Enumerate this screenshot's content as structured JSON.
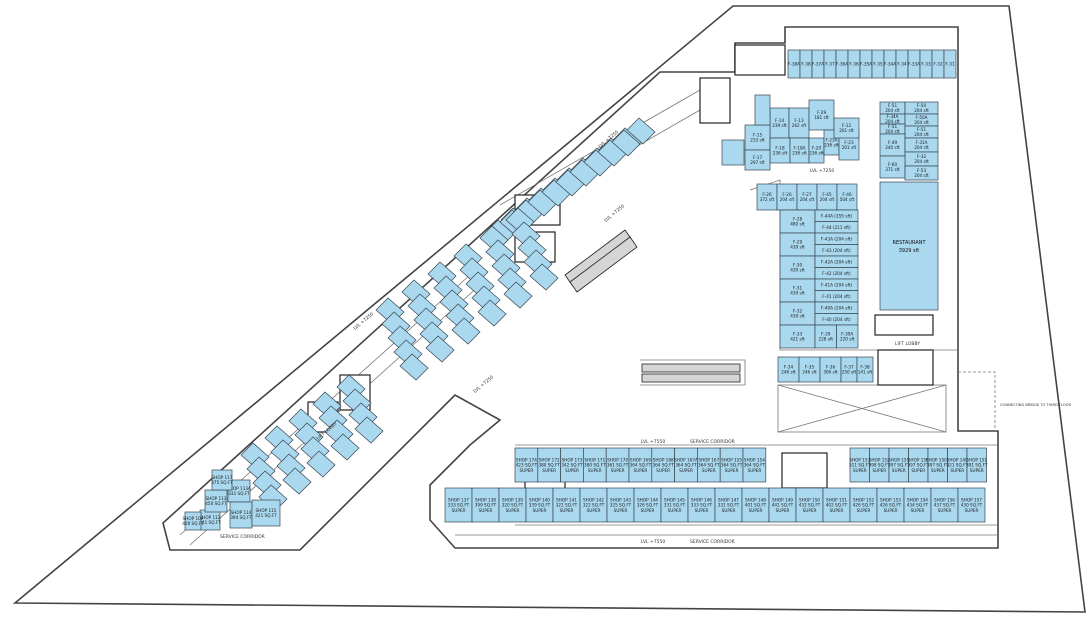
{
  "labels": {
    "lvl_top": "LVL +7250",
    "lvl_mid": "LVL +7250",
    "lvl_east": "LVL +7250",
    "lvl_diag": "LVL +7250",
    "lvl_diag2": "LVL +7250",
    "lvl_bottom_top": "LVL +7550",
    "lvl_bottom_bot": "LVL +7550",
    "service_corridor_1": "SERVICE CORRIDOR",
    "service_corridor_2": "SERVICE CORRIDOR",
    "service_corridor_3": "SERVICE CORRIDOR",
    "lift_lobby_1": "LIFT LOBBY",
    "lift_lobby_2": "LIFT LOBBY",
    "connecting_bridge": "CONNECTING BRIDGE TO THIRD FLOOR",
    "restaurant": "RESTAURANT",
    "restaurant_area": "3929 sft"
  },
  "topRow": [
    "F-38A",
    "F-38",
    "F-37A",
    "F-37",
    "F-36A",
    "F-36",
    "F-35A",
    "F-35",
    "F-34A",
    "F-34",
    "F-33A",
    "F-33",
    "F-32",
    "F-31"
  ],
  "eastUpper": [
    {
      "id": "F-14",
      "area": "239 sft"
    },
    {
      "id": "F-13",
      "area": "262 sft"
    },
    {
      "id": "F-29",
      "area": "181 sft"
    },
    {
      "id": "F-15",
      "area": "233 sft"
    },
    {
      "id": "F-18",
      "area": "236 sft"
    },
    {
      "id": "F-18A",
      "area": "236 sft"
    },
    {
      "id": "F-20",
      "area": "236 sft"
    },
    {
      "id": "F-23A",
      "area": "236 sft"
    },
    {
      "id": "F-23",
      "area": "201 sft"
    },
    {
      "id": "F-17",
      "area": "297 sft"
    },
    {
      "id": "F-12",
      "area": "201 sft"
    }
  ],
  "eastMid": [
    {
      "id": "F-26",
      "area": "372 sft"
    },
    {
      "id": "F-26",
      "area": "204 sft"
    },
    {
      "id": "F-27",
      "area": "204 sft"
    },
    {
      "id": "F-45",
      "area": "204 sft"
    },
    {
      "id": "F-46",
      "area": "504 sft"
    }
  ],
  "eastLeft": [
    {
      "id": "F-28",
      "area": "480 sft"
    },
    {
      "id": "F-29",
      "area": "439 sft"
    },
    {
      "id": "F-30",
      "area": "439 sft"
    },
    {
      "id": "F-31",
      "area": "439 sft"
    },
    {
      "id": "F-32",
      "area": "439 sft"
    },
    {
      "id": "F-33",
      "area": "421 sft"
    }
  ],
  "eastRight": [
    {
      "id": "F-44A",
      "area": "(355 sft)"
    },
    {
      "id": "F-44",
      "area": "(211 sft)"
    },
    {
      "id": "F-43A",
      "area": "(204 sft)"
    },
    {
      "id": "F-43",
      "area": "(204 sft)"
    },
    {
      "id": "F-42A",
      "area": "(204 sft)"
    },
    {
      "id": "F-42",
      "area": "(204 sft)"
    },
    {
      "id": "F-41A",
      "area": "(204 sft)"
    },
    {
      "id": "F-41",
      "area": "(204 sft)"
    },
    {
      "id": "F-40A",
      "area": "(204 sft)"
    },
    {
      "id": "F-40",
      "area": "(204 sft)"
    },
    {
      "id": "F-39",
      "area": "228 sft"
    },
    {
      "id": "F-39A",
      "area": "220 sft"
    }
  ],
  "restaurantSide": [
    {
      "id": "F-51",
      "area": "204 sft"
    },
    {
      "id": "F-50",
      "area": "204 sft"
    },
    {
      "id": "F-34A",
      "area": "204 sft"
    },
    {
      "id": "F-50A",
      "area": "204 sft"
    },
    {
      "id": "F-51",
      "area": "204 sft"
    },
    {
      "id": "F-51",
      "area": "204 sft"
    },
    {
      "id": "F-49",
      "area": "240 sft"
    },
    {
      "id": "F-31A",
      "area": "204 sft"
    },
    {
      "id": "F-32",
      "area": "204 sft"
    },
    {
      "id": "F-60",
      "area": "371 sft"
    },
    {
      "id": "F-53",
      "area": "204 sft"
    }
  ],
  "eastBottom": [
    {
      "id": "F-34",
      "area": "246 sft"
    },
    {
      "id": "F-35",
      "area": "246 sft"
    },
    {
      "id": "F-36",
      "area": "306 sft"
    },
    {
      "id": "F-37",
      "area": "250 sft"
    },
    {
      "id": "F-38",
      "area": "141 sft"
    }
  ],
  "bottomUpper": [
    {
      "id": "SHOP 174",
      "area": "423 SQ.FT",
      "note": "SUPER"
    },
    {
      "id": "SHOP 172",
      "area": "380 SQ.FT",
      "note": "SUPER"
    },
    {
      "id": "SHOP 173",
      "area": "342 SQ.FT",
      "note": "SUPER"
    },
    {
      "id": "SHOP 171",
      "area": "380 SQ.FT",
      "note": "SUPER"
    },
    {
      "id": "SHOP 170",
      "area": "361 SQ.FT",
      "note": "SUPER"
    },
    {
      "id": "SHOP 169",
      "area": "364 SQ.FT",
      "note": "SUPER"
    },
    {
      "id": "SHOP 168",
      "area": "364 SQ.FT",
      "note": "SUPER"
    },
    {
      "id": "SHOP 167A",
      "area": "364 SQ.FT",
      "note": "SUPER"
    },
    {
      "id": "SHOP 167",
      "area": "364 SQ.FT",
      "note": "SUPER"
    },
    {
      "id": "SHOP 155",
      "area": "364 SQ.FT",
      "note": "SUPER"
    },
    {
      "id": "SHOP 154",
      "area": "364 SQ.FT",
      "note": "SUPER"
    },
    {
      "id": "SHOP 153",
      "area": "511 SQ.FT",
      "note": "SUPER"
    },
    {
      "id": "SHOP 152",
      "area": "398 SQ.FT",
      "note": "SUPER"
    },
    {
      "id": "SHOP 151",
      "area": "397 SQ.FT",
      "note": "SUPER"
    },
    {
      "id": "SHOP 150",
      "area": "397 SQ.FT",
      "note": "SUPER"
    },
    {
      "id": "SHOP 150A",
      "area": "397 SQ.FT",
      "note": "SUPER"
    },
    {
      "id": "SHOP 149",
      "area": "421 SQ.FT",
      "note": "SUPER"
    },
    {
      "id": "SHOP 151",
      "area": "391 SQ.FT",
      "note": "SUPER"
    }
  ],
  "bottomLower": [
    {
      "id": "SHOP 137",
      "area": "333 SQ.FT",
      "note": "SUPER"
    },
    {
      "id": "SHOP 138",
      "area": "399 SQ.FT",
      "note": "SUPER"
    },
    {
      "id": "SHOP 139",
      "area": "320 SQ.FT",
      "note": "SUPER"
    },
    {
      "id": "SHOP 140",
      "area": "339 SQ.FT",
      "note": "SUPER"
    },
    {
      "id": "SHOP 141",
      "area": "321 SQ.FT",
      "note": "SUPER"
    },
    {
      "id": "SHOP 142",
      "area": "322 SQ.FT",
      "note": "SUPER"
    },
    {
      "id": "SHOP 143",
      "area": "325 SQ.FT",
      "note": "SUPER"
    },
    {
      "id": "SHOP 144",
      "area": "326 SQ.FT",
      "note": "SUPER"
    },
    {
      "id": "SHOP 145",
      "area": "331 SQ.FT",
      "note": "SUPER"
    },
    {
      "id": "SHOP 146",
      "area": "333 SQ.FT",
      "note": "SUPER"
    },
    {
      "id": "SHOP 147",
      "area": "331 SQ.FT",
      "note": "SUPER"
    },
    {
      "id": "SHOP 148",
      "area": "401 SQ.FT",
      "note": "SUPER"
    },
    {
      "id": "SHOP 149",
      "area": "441 SQ.FT",
      "note": "SUPER"
    },
    {
      "id": "SHOP 150",
      "area": "432 SQ.FT",
      "note": "SUPER"
    },
    {
      "id": "SHOP 151",
      "area": "402 SQ.FT",
      "note": "SUPER"
    },
    {
      "id": "SHOP 152",
      "area": "426 SQ.FT",
      "note": "SUPER"
    },
    {
      "id": "SHOP 153",
      "area": "426 SQ.FT",
      "note": "SUPER"
    },
    {
      "id": "SHOP 154",
      "area": "434 SQ.FT",
      "note": "SUPER"
    },
    {
      "id": "SHOP 156",
      "area": "437 SQ.FT",
      "note": "SUPER"
    },
    {
      "id": "SHOP 157",
      "area": "430 SQ.FT",
      "note": "SUPER"
    }
  ],
  "sw": [
    {
      "id": "SHOP 112",
      "area": "341 SQ.FT"
    },
    {
      "id": "SHOP 113",
      "area": "450 SQ.FT"
    },
    {
      "id": "SHOP 113A",
      "area": "331 SQ.FT"
    },
    {
      "id": "SHOP 114",
      "area": "394 SQ.FT"
    },
    {
      "id": "SHOP 115",
      "area": "421 SQ.FT"
    },
    {
      "id": "SHOP 107",
      "area": "400 SQ.FT"
    },
    {
      "id": "SHOP 117",
      "area": "375 SQ.FT"
    }
  ]
}
